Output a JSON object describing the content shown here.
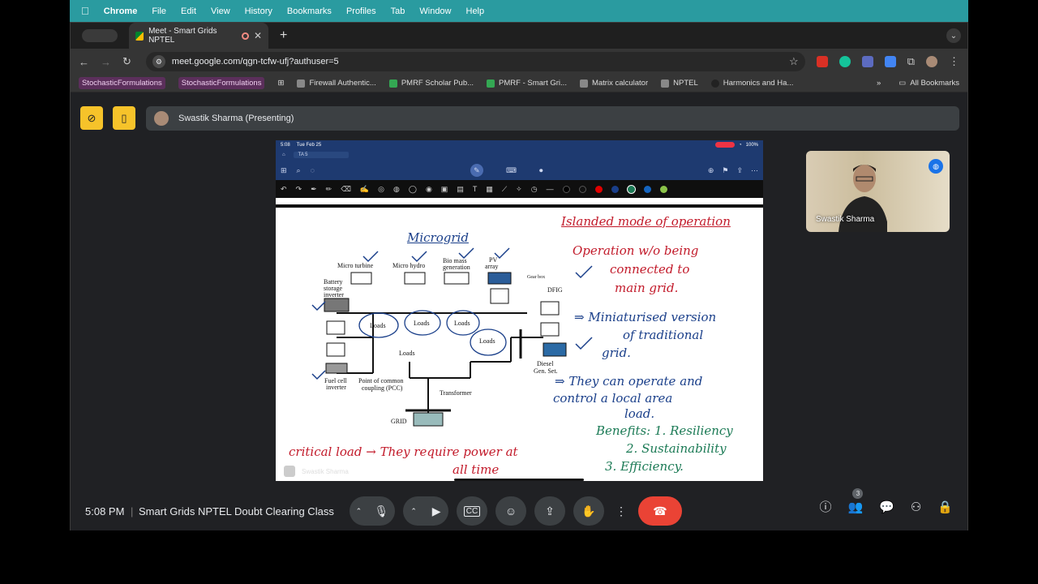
{
  "menubar": {
    "apple": "",
    "app": "Chrome",
    "items": [
      "File",
      "Edit",
      "View",
      "History",
      "Bookmarks",
      "Profiles",
      "Tab",
      "Window",
      "Help"
    ]
  },
  "browser": {
    "tab_title": "Meet - Smart Grids NPTEL",
    "url": "meet.google.com/qgn-tcfw-ufj?authuser=5",
    "bookmarks": [
      "StochasticFormulations",
      "StochasticFormulations",
      "Firewall Authentic...",
      "PMRF Scholar Pub...",
      "PMRF - Smart Gri...",
      "Matrix calculator",
      "NPTEL",
      "Harmonics and Ha..."
    ],
    "all_bookmarks": "All Bookmarks"
  },
  "meet": {
    "presenter": "Swastik Sharma (Presenting)",
    "time": "5:08 PM",
    "separator": "|",
    "meeting_title": "Smart Grids NPTEL Doubt Clearing Class",
    "participant_name": "Swastik Sharma",
    "people_count": "3"
  },
  "ipad": {
    "time": "5:08",
    "date": "Tue Feb 25",
    "battery": "100%",
    "tab": "TA 5",
    "presenter_label": "Swastik Sharma",
    "colors": [
      "#000000",
      "#111111",
      "#e00000",
      "#1a3f8a",
      "#1b7a55",
      "#1565c0",
      "#8bc34a"
    ]
  },
  "notes": {
    "title": "Microgrid",
    "right_heading": "Islanded mode of operation",
    "line1": "Operation w/o being",
    "line2": "connected to",
    "line3": "main grid.",
    "point2a": "⇒ Miniaturised version",
    "point2b": "of traditional",
    "point2c": "grid.",
    "point3a": "⇒ They can operate and",
    "point3b": "control a local area",
    "point3c": "load.",
    "benefits": "Benefits: 1. Resiliency",
    "benefit2": "2. Sustainability",
    "benefit3": "3. Efficiency.",
    "bottom1": "critical load → They require power at",
    "bottom2": "all time"
  },
  "diagram": {
    "labels": [
      "Micro turbine",
      "Micro hydro",
      "Bio mass",
      "generation",
      "PV",
      "array",
      "Gear box",
      "DFIG",
      "Battery",
      "storage",
      "inverter",
      "Loads",
      "Loads",
      "Loads",
      "Loads",
      "Loads",
      "Diesel",
      "Gen. Set.",
      "Fuel cell",
      "inverter",
      "Point of common",
      "coupling (PCC)",
      "Transformer",
      "GRID"
    ]
  }
}
